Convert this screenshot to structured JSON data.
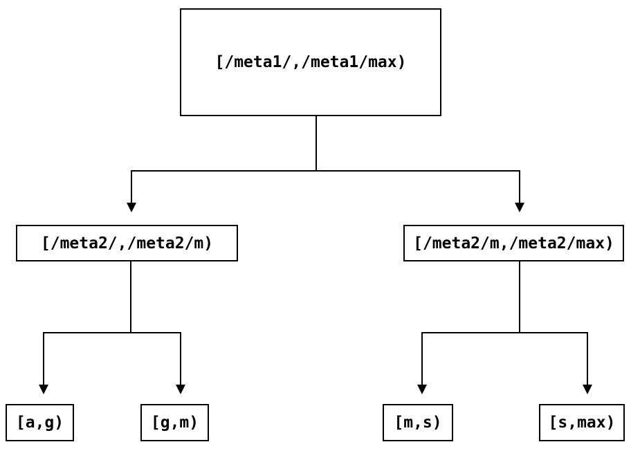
{
  "colors": {
    "background": "#ffffff",
    "line": "#000000",
    "text": "#000000"
  },
  "diagram": {
    "type": "tree",
    "nodes": {
      "root": {
        "label": "[/meta1/,/meta1/max)"
      },
      "left": {
        "label": "[/meta2/,/meta2/m)"
      },
      "right": {
        "label": "[/meta2/m,/meta2/max)"
      },
      "leaf_ag": {
        "label": "[a,g)"
      },
      "leaf_gm": {
        "label": "[g,m)"
      },
      "leaf_ms": {
        "label": "[m,s)"
      },
      "leaf_smax": {
        "label": "[s,max)"
      }
    },
    "edges": [
      {
        "from": "root",
        "to": "left"
      },
      {
        "from": "root",
        "to": "right"
      },
      {
        "from": "left",
        "to": "leaf_ag"
      },
      {
        "from": "left",
        "to": "leaf_gm"
      },
      {
        "from": "right",
        "to": "leaf_ms"
      },
      {
        "from": "right",
        "to": "leaf_smax"
      }
    ]
  }
}
